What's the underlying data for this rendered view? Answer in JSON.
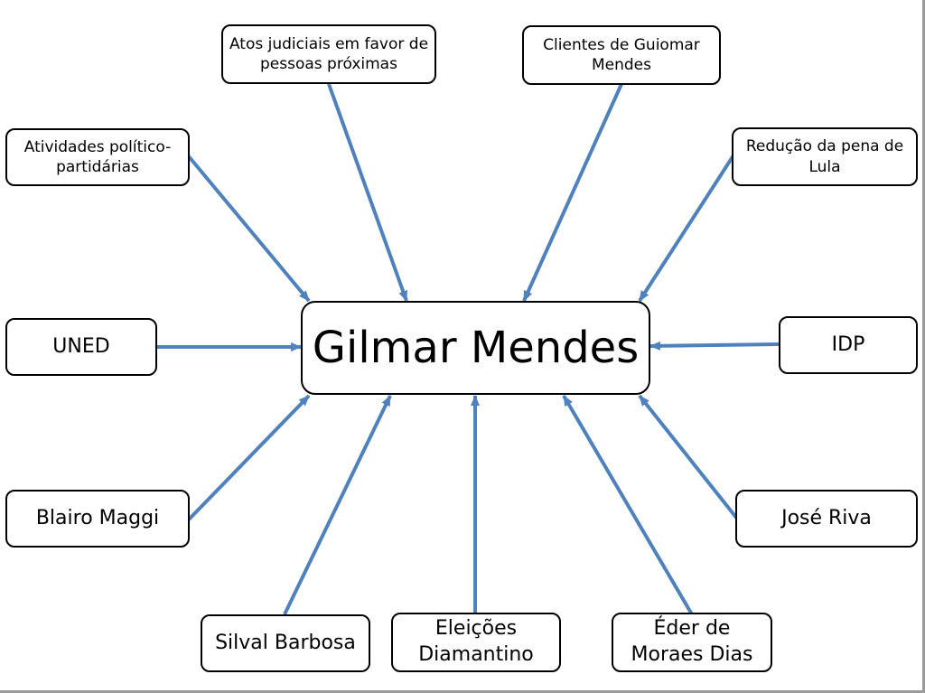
{
  "diagram": {
    "center": "Gilmar Mendes",
    "nodes": {
      "atividades": "Atividades político-partidárias",
      "atos": "Atos judiciais em favor de pessoas próximas",
      "clientes": "Clientes de Guiomar Mendes",
      "reducao": "Redução da pena de Lula",
      "uned": "UNED",
      "idp": "IDP",
      "blairo": "Blairo Maggi",
      "jose": "José Riva",
      "silval": "Silval Barbosa",
      "eleicoes": "Eleições Diamantino",
      "eder": "Éder de Moraes Dias"
    },
    "colors": {
      "arrow": "#4f81bd",
      "border": "#000000",
      "text": "#000000"
    }
  }
}
